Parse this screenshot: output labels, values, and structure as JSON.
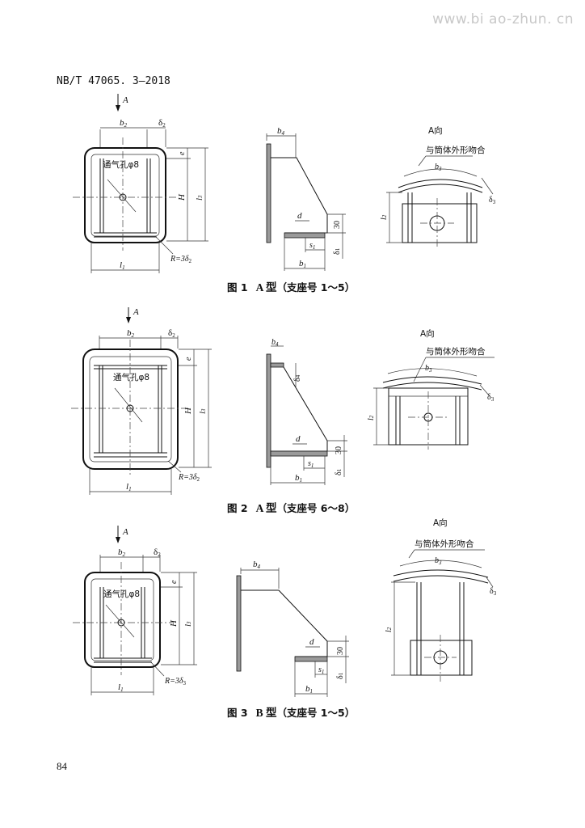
{
  "watermark": "www.bi ao-zhun. cn",
  "standard_number": "NB/T 47065. 3—2018",
  "page_number": "84",
  "labels": {
    "direction_arrow": "A",
    "view_title": "A向",
    "vent_hole": "通气孔φ8",
    "conform_note": "与筒体外形吻合",
    "radius": "R=3δ",
    "radius_sub": "2",
    "b": "b",
    "delta": "δ",
    "e": "e",
    "H": "H",
    "l": "l",
    "d": "d",
    "s": "s",
    "sub1": "1",
    "sub2": "2",
    "sub3": "3",
    "sub4": "4",
    "thirty": "30"
  },
  "figures": [
    {
      "caption_prefix": "图 1",
      "caption_type": "A 型",
      "caption_range": "（支座号 1～5）"
    },
    {
      "caption_prefix": "图 2",
      "caption_type": "A 型",
      "caption_range": "（支座号 6～8）"
    },
    {
      "caption_prefix": "图 3",
      "caption_type": "B 型",
      "caption_range": "（支座号 1～5）"
    }
  ]
}
